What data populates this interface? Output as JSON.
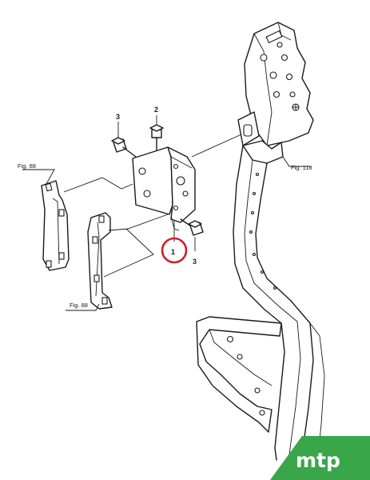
{
  "callouts": {
    "part_1": "1",
    "part_2": "2",
    "part_3_top": "3",
    "part_3_bottom": "3"
  },
  "references": {
    "fig_88_upper": "Fig. 88",
    "fig_88_lower": "Fig. 88",
    "fig_118": "Fig. 118"
  },
  "highlight": {
    "target": "1",
    "color": "#d0202a"
  },
  "logo": {
    "text": "mtp",
    "background": "#3aa64a",
    "foreground": "#ffffff"
  }
}
